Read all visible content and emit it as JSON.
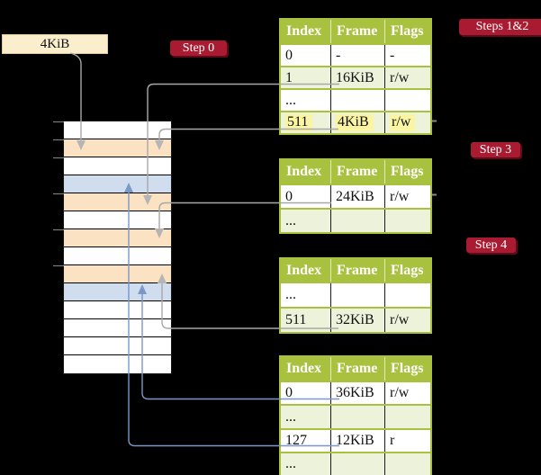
{
  "colors": {
    "background": "#000000",
    "table_header_green": "#a8c13e",
    "table_shaded_row_green": "#edf2db",
    "highlight_yellow": "#fbf4a2",
    "memory_frame_peach": "#fbe2c3",
    "memory_frame_blue": "#cfddee",
    "frame_box_cream": "#faeecd",
    "badge_red": "#a81b31",
    "connector_gray": "#a8a8a8",
    "connector_blue": "#7b98c6"
  },
  "frame_size_box": {
    "label": "4KiB"
  },
  "badges": [
    {
      "id": "step0",
      "label": "Step 0"
    },
    {
      "id": "steps12",
      "label": "Steps 1&2"
    },
    {
      "id": "step3",
      "label": "Step 3"
    },
    {
      "id": "step4",
      "label": "Step 4"
    }
  ],
  "memory": {
    "rows": [
      {
        "color": "white"
      },
      {
        "color": "peach"
      },
      {
        "color": "white"
      },
      {
        "color": "blue"
      },
      {
        "color": "peach"
      },
      {
        "color": "white"
      },
      {
        "color": "peach"
      },
      {
        "color": "white"
      },
      {
        "color": "peach"
      },
      {
        "color": "blue"
      },
      {
        "color": "white"
      },
      {
        "color": "white"
      },
      {
        "color": "white"
      },
      {
        "color": "white"
      }
    ],
    "tick_boundaries": [
      0,
      1,
      2,
      4,
      6,
      8
    ]
  },
  "tables": [
    {
      "id": "table1",
      "columns": [
        "Index",
        "Frame",
        "Flags"
      ],
      "rows": [
        {
          "cells": [
            "0",
            "-",
            "-"
          ],
          "shaded": false,
          "highlighted": false
        },
        {
          "cells": [
            "1",
            "16KiB",
            "r/w"
          ],
          "shaded": true,
          "highlighted": false
        },
        {
          "cells": [
            "...",
            "",
            ""
          ],
          "shaded": false,
          "highlighted": false
        },
        {
          "cells": [
            "511",
            "4KiB",
            "r/w"
          ],
          "shaded": true,
          "highlighted": true
        }
      ]
    },
    {
      "id": "table2",
      "columns": [
        "Index",
        "Frame",
        "Flags"
      ],
      "rows": [
        {
          "cells": [
            "0",
            "24KiB",
            "r/w"
          ],
          "shaded": false,
          "highlighted": false
        },
        {
          "cells": [
            "...",
            "",
            ""
          ],
          "shaded": true,
          "highlighted": false
        }
      ]
    },
    {
      "id": "table3",
      "columns": [
        "Index",
        "Frame",
        "Flags"
      ],
      "rows": [
        {
          "cells": [
            "...",
            "",
            ""
          ],
          "shaded": false,
          "highlighted": false
        },
        {
          "cells": [
            "511",
            "32KiB",
            "r/w"
          ],
          "shaded": true,
          "highlighted": false
        }
      ]
    },
    {
      "id": "table4",
      "columns": [
        "Index",
        "Frame",
        "Flags"
      ],
      "rows": [
        {
          "cells": [
            "0",
            "36KiB",
            "r/w"
          ],
          "shaded": false,
          "highlighted": false
        },
        {
          "cells": [
            "...",
            "",
            ""
          ],
          "shaded": true,
          "highlighted": false
        },
        {
          "cells": [
            "127",
            "12KiB",
            "r"
          ],
          "shaded": false,
          "highlighted": false
        },
        {
          "cells": [
            "...",
            "",
            ""
          ],
          "shaded": true,
          "highlighted": false
        }
      ]
    }
  ],
  "connectors": [
    {
      "id": "c1",
      "style": "gray",
      "from": "frame-size-box",
      "to": "memory-row-4KiB"
    },
    {
      "id": "c2",
      "style": "gray",
      "from": "table1-row-1",
      "to": "memory-row-16KiB"
    },
    {
      "id": "c3",
      "style": "gray",
      "from": "table1-row-511",
      "to": "memory-row-4KiB"
    },
    {
      "id": "c4",
      "style": "gray",
      "from": "table2-row-0",
      "to": "memory-row-24KiB"
    },
    {
      "id": "c5",
      "style": "gray",
      "from": "table3-row-511",
      "to": "memory-row-32KiB"
    },
    {
      "id": "c6",
      "style": "blue",
      "from": "table4-row-0",
      "to": "memory-row-36KiB"
    },
    {
      "id": "c7",
      "style": "blue",
      "from": "table4-row-127",
      "to": "memory-row-12KiB"
    }
  ]
}
